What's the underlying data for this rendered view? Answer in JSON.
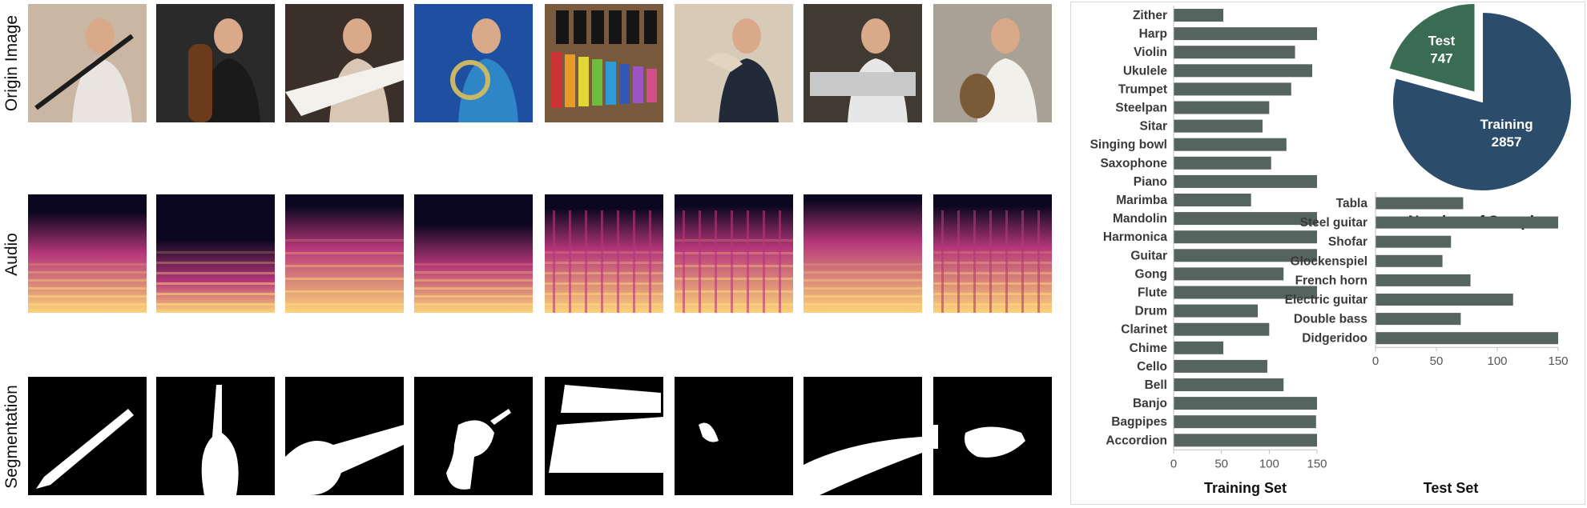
{
  "row_labels": {
    "origin": "Origin Image",
    "audio": "Audio",
    "segmentation": "Segmentation"
  },
  "tiles": [
    {
      "photo_icon": "person-with-long-wind-instrument-icon",
      "mask_icon": "diagonal-pipe-mask-icon"
    },
    {
      "photo_icon": "person-with-double-bass-icon",
      "mask_icon": "double-bass-mask-icon"
    },
    {
      "photo_icon": "person-with-electric-guitar-icon",
      "mask_icon": "guitar-mask-icon"
    },
    {
      "photo_icon": "person-with-french-horn-icon",
      "mask_icon": "french-horn-mask-icon"
    },
    {
      "photo_icon": "xylophone-icon",
      "mask_icon": "xylophone-bars-mask-icon"
    },
    {
      "photo_icon": "person-with-shofar-icon",
      "mask_icon": "shofar-mask-icon"
    },
    {
      "photo_icon": "person-with-steel-guitar-icon",
      "mask_icon": "steel-guitar-mask-icon"
    },
    {
      "photo_icon": "person-with-tabla-icon",
      "mask_icon": "tabla-mask-icon"
    }
  ],
  "colors": {
    "bar": "#55645e",
    "pie_training": "#2b4d6b",
    "pie_test": "#3a6b53",
    "spectrogram_low": "#0b0720",
    "spectrogram_mid": "#b5367a",
    "spectrogram_high": "#fcd37a"
  },
  "chart_data": [
    {
      "type": "bar",
      "orientation": "horizontal",
      "title": "",
      "xlabel": "Training Set",
      "ylabel": "",
      "xlim": [
        0,
        150
      ],
      "xticks": [
        0,
        50,
        100,
        150
      ],
      "grid": false,
      "categories": [
        "Zither",
        "Harp",
        "Violin",
        "Ukulele",
        "Trumpet",
        "Steelpan",
        "Sitar",
        "Singing bowl",
        "Saxophone",
        "Piano",
        "Marimba",
        "Mandolin",
        "Harmonica",
        "Guitar",
        "Gong",
        "Flute",
        "Drum",
        "Clarinet",
        "Chime",
        "Cello",
        "Bell",
        "Banjo",
        "Bagpipes",
        "Accordion"
      ],
      "values": [
        52,
        150,
        127,
        145,
        123,
        100,
        93,
        118,
        102,
        150,
        81,
        150,
        150,
        150,
        115,
        150,
        88,
        100,
        52,
        98,
        115,
        150,
        149,
        150
      ]
    },
    {
      "type": "pie",
      "title": "Number of Samples",
      "labels": [
        "Test",
        "Training"
      ],
      "values": [
        747,
        2857
      ],
      "exploded": "Test"
    },
    {
      "type": "bar",
      "orientation": "horizontal",
      "title": "",
      "xlabel": "Test Set",
      "ylabel": "",
      "xlim": [
        0,
        150
      ],
      "xticks": [
        0,
        50,
        100,
        150
      ],
      "grid": false,
      "categories": [
        "Tabla",
        "Steel guitar",
        "Shofar",
        "Glockenspiel",
        "French horn",
        "Electric guitar",
        "Double bass",
        "Didgeridoo"
      ],
      "values": [
        72,
        150,
        62,
        55,
        78,
        113,
        70,
        150
      ]
    }
  ]
}
